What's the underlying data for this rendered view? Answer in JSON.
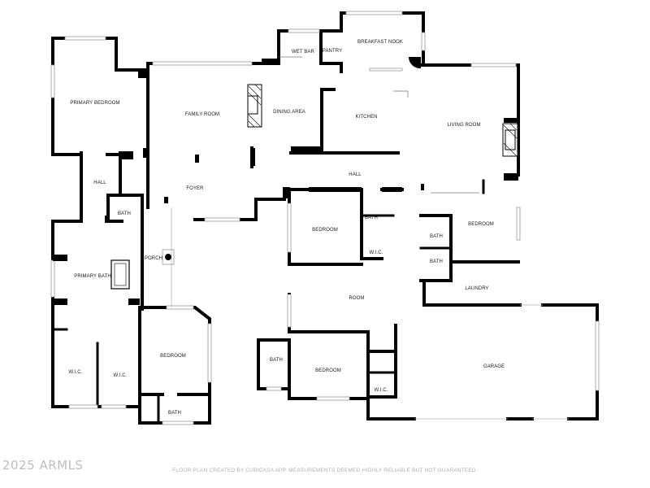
{
  "rooms": {
    "primary_bedroom": "PRIMARY BEDROOM",
    "family_room": "FAMILY ROOM",
    "dining_area": "DINING AREA",
    "wet_bar": "WET BAR",
    "pantry": "PANTRY",
    "breakfast_nook": "BREAKFAST NOOK",
    "kitchen": "KITCHEN",
    "living_room": "LIVING ROOM",
    "hall_left": "HALL",
    "hall_center": "HALL",
    "foyer": "FOYER",
    "bath_1": "BATH",
    "bath_2": "BATH",
    "bath_3": "BATH",
    "bath_4": "BATH",
    "bath_5": "BATH",
    "bath_6": "BATH",
    "bedroom_1": "BEDROOM",
    "bedroom_2": "BEDROOM",
    "bedroom_3": "BEDROOM",
    "bedroom_4": "BEDROOM",
    "wic_1": "W.I.C.",
    "wic_2": "W.I.C.",
    "wic_3": "W.I.C.",
    "wic_4": "W.I.C.",
    "porch": "PORCH",
    "primary_bath": "PRIMARY BATH",
    "laundry": "LAUNDRY",
    "room": "ROOM",
    "garage": "GARAGE"
  },
  "watermark": "2025 ARMLS",
  "disclaimer": "FLOOR PLAN CREATED BY CUBICASA APP. MEASUREMENTS DEEMED HIGHLY RELIABLE BUT NOT GUARANTEED."
}
